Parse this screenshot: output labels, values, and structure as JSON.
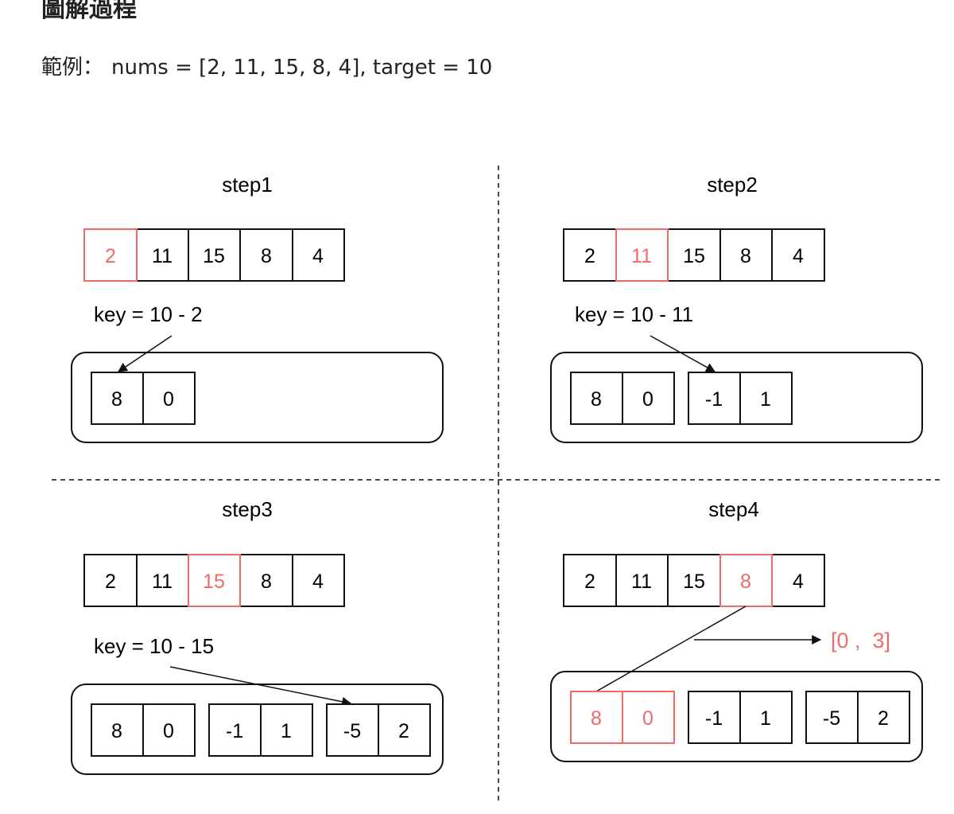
{
  "page": {
    "title": "圖解過程",
    "example_label": "範例：",
    "example_text": "nums = [2, 11, 15, 8, 4], target = 10"
  },
  "colors": {
    "highlight": "#ee6b67",
    "line": "#111111"
  },
  "steps": [
    {
      "title": "step1",
      "nums": [
        "2",
        "11",
        "15",
        "8",
        "4"
      ],
      "highlight_index": 0,
      "key_label": "key = 10 - 2",
      "map_pairs": [
        [
          "8",
          "0"
        ]
      ]
    },
    {
      "title": "step2",
      "nums": [
        "2",
        "11",
        "15",
        "8",
        "4"
      ],
      "highlight_index": 1,
      "key_label": "key = 10 - 11",
      "map_pairs": [
        [
          "8",
          "0"
        ],
        [
          "-1",
          "1"
        ]
      ]
    },
    {
      "title": "step3",
      "nums": [
        "2",
        "11",
        "15",
        "8",
        "4"
      ],
      "highlight_index": 2,
      "key_label": "key = 10 - 15",
      "map_pairs": [
        [
          "8",
          "0"
        ],
        [
          "-1",
          "1"
        ],
        [
          "-5",
          "2"
        ]
      ]
    },
    {
      "title": "step4",
      "nums": [
        "2",
        "11",
        "15",
        "8",
        "4"
      ],
      "highlight_index": 3,
      "key_label": "",
      "map_pairs": [
        [
          "8",
          "0"
        ],
        [
          "-1",
          "1"
        ],
        [
          "-5",
          "2"
        ]
      ],
      "highlight_pair": 0,
      "result": "[0 ,  3]"
    }
  ]
}
